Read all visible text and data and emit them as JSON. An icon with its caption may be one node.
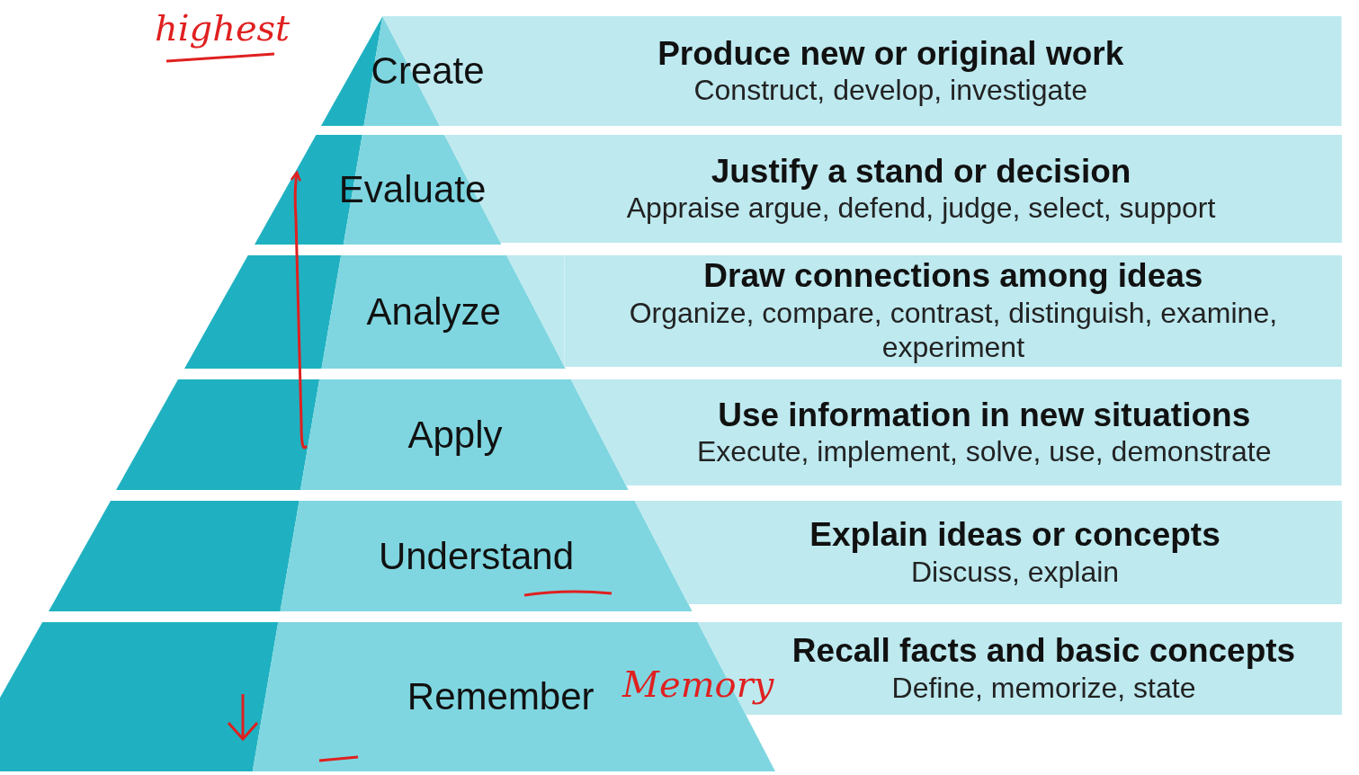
{
  "diagram": {
    "nodes": [
      {
        "text": [
          "Create"
        ]
      },
      {
        "text": [
          "Evaluate"
        ]
      },
      {
        "text": [
          "Analyze"
        ]
      },
      {
        "text": [
          "Apply"
        ]
      },
      {
        "text": [
          "Understand"
        ]
      },
      {
        "text": [
          "Remember"
        ]
      },
      {
        "text": [
          "Produce new or original work",
          "Construct, develop, investigate"
        ]
      },
      {
        "text": [
          "Justify a stand or decision",
          "Appraise argue, defend, judge, select, support"
        ]
      },
      {
        "text": [
          "Draw connections among ideas",
          "Organize, compare, contrast, distinguish, examine, experiment"
        ]
      },
      {
        "text": [
          "Use information in new situations",
          "Execute, implement, solve, use, demonstrate"
        ]
      },
      {
        "text": [
          "Explain ideas or concepts",
          "Discuss, explain"
        ]
      },
      {
        "text": [
          "Recall facts and basic concepts",
          "Define, memorize, state"
        ]
      }
    ],
    "edges": [
      {
        "from": 3,
        "to": 1,
        "arrow": "to",
        "color": "#e02020"
      }
    ],
    "labels": [
      "highest",
      "Memory"
    ]
  }
}
